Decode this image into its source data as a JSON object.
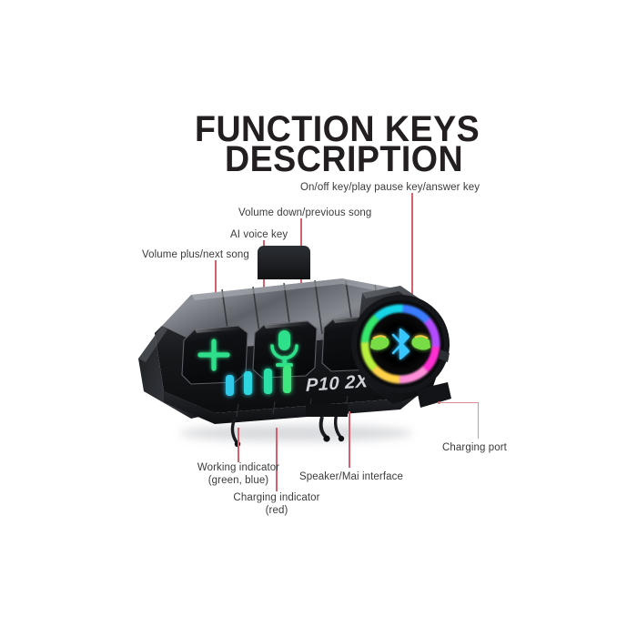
{
  "page": {
    "background_color": "#ffffff",
    "title_color": "#231f20",
    "label_color": "#3b3b3d",
    "leader_line_color": "#d4616b"
  },
  "header": {
    "title_line1": "FUNCTION KEYS",
    "title_line2": "DESCRIPTION"
  },
  "callouts": [
    {
      "id": "volume-plus",
      "label": "Volume plus/next song"
    },
    {
      "id": "ai-voice",
      "label": "AI voice key"
    },
    {
      "id": "volume-down",
      "label": "Volume down/previous song"
    },
    {
      "id": "power-play-answer",
      "label": "On/off key/play pause key/answer key"
    },
    {
      "id": "working-indicator",
      "label_line1": "Working indicator",
      "label_line2": "(green, blue)"
    },
    {
      "id": "charging-indicator",
      "label_line1": "Charging indicator",
      "label_line2": "(red)"
    },
    {
      "id": "speaker-mic",
      "label": "Speaker/Mai interface"
    },
    {
      "id": "charging-port",
      "label": "Charging port"
    }
  ],
  "device": {
    "brand_text": "P10 2X",
    "body_color": "#1b1c1f",
    "body_highlight": "#6e7176",
    "button_icons": [
      "plus-icon",
      "microphone-icon",
      "minus-icon"
    ],
    "button_icon_color": "#2fe08a",
    "led_bars": {
      "count": 4,
      "colors": [
        "#31c9e8",
        "#2ed6e0",
        "#2ae0a8",
        "#3ce87f"
      ]
    },
    "rgb_ring": {
      "center_icon": "bluetooth-icon",
      "ring_colors": [
        "#ff2fd0",
        "#b44cff",
        "#3a7bff",
        "#16d5e8",
        "#34e86a",
        "#b9f03c",
        "#ffd24a",
        "#ff57a8"
      ]
    }
  }
}
